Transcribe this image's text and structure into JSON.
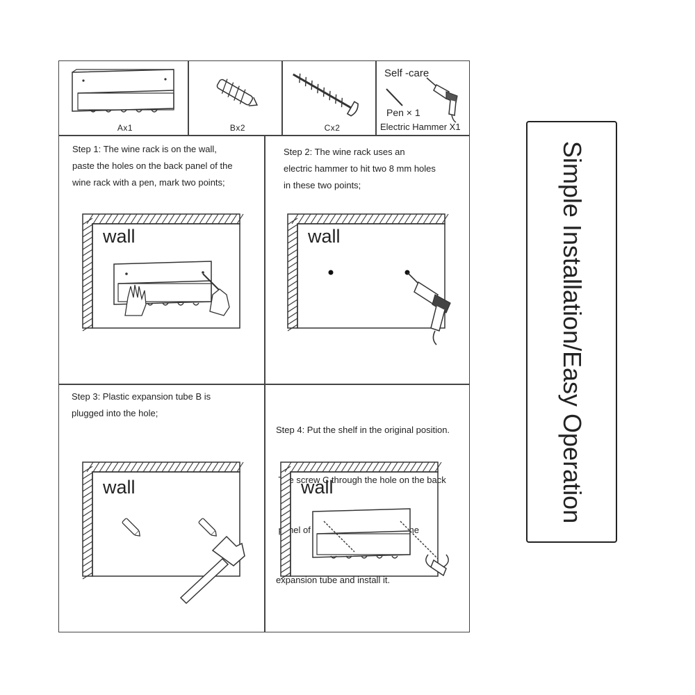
{
  "parts": {
    "a": "Ax1",
    "b": "Bx2",
    "c": "Cx2",
    "self_care": "Self -care",
    "pen": "Pen × 1",
    "hammer": "Electric Hammer X1"
  },
  "steps": [
    {
      "lines": [
        "Step 1: The wine rack is on the wall,",
        "paste the holes on the back panel of the",
        "wine rack with a pen, mark two points;"
      ]
    },
    {
      "lines": [
        "Step 2: The wine rack uses an",
        "electric hammer to hit two 8 mm holes",
        "in these two points;"
      ]
    },
    {
      "lines": [
        "Step 3: Plastic expansion tube B is",
        "plugged into the hole;"
      ]
    },
    {
      "lines": [
        "Step 4: Put the shelf in the original position.",
        " The screw C through the hole on the back",
        " panel of the wine rack twist into the",
        "expansion tube and install it."
      ]
    }
  ],
  "wall_label": "wall",
  "side_title": "Simple Installation/Easy Operation"
}
